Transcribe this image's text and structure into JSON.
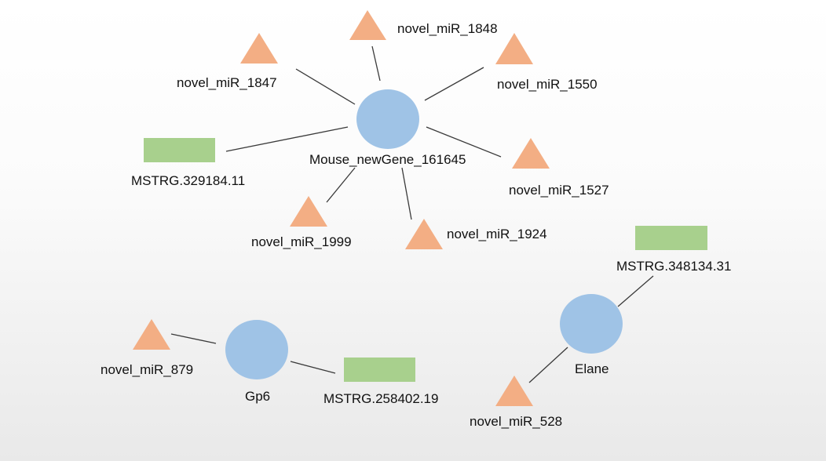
{
  "colors": {
    "gene": "#9fc3e6",
    "mirna": "#f3ae84",
    "lncrna": "#a8d08d",
    "edge": "#3a3a3a"
  },
  "legend_kinds": {
    "gene": "circle",
    "mirna": "triangle",
    "lncrna": "rectangle"
  },
  "nodes": {
    "mouse_newgene": {
      "label": "Mouse_newGene_161645",
      "type": "gene"
    },
    "novel_mir_1848": {
      "label": "novel_miR_1848",
      "type": "mirna"
    },
    "novel_mir_1847": {
      "label": "novel_miR_1847",
      "type": "mirna"
    },
    "novel_mir_1550": {
      "label": "novel_miR_1550",
      "type": "mirna"
    },
    "mstrg_329184": {
      "label": "MSTRG.329184.11",
      "type": "lncrna"
    },
    "novel_mir_1527": {
      "label": "novel_miR_1527",
      "type": "mirna"
    },
    "novel_mir_1999": {
      "label": "novel_miR_1999",
      "type": "mirna"
    },
    "novel_mir_1924": {
      "label": "novel_miR_1924",
      "type": "mirna"
    },
    "gp6": {
      "label": "Gp6",
      "type": "gene"
    },
    "novel_mir_879": {
      "label": "novel_miR_879",
      "type": "mirna"
    },
    "mstrg_258402": {
      "label": "MSTRG.258402.19",
      "type": "lncrna"
    },
    "elane": {
      "label": "Elane",
      "type": "gene"
    },
    "mstrg_348134": {
      "label": "MSTRG.348134.31",
      "type": "lncrna"
    },
    "novel_mir_528": {
      "label": "novel_miR_528",
      "type": "mirna"
    }
  },
  "edges": [
    [
      "mouse_newgene",
      "novel_mir_1848"
    ],
    [
      "mouse_newgene",
      "novel_mir_1847"
    ],
    [
      "mouse_newgene",
      "novel_mir_1550"
    ],
    [
      "mouse_newgene",
      "mstrg_329184"
    ],
    [
      "mouse_newgene",
      "novel_mir_1527"
    ],
    [
      "mouse_newgene",
      "novel_mir_1999"
    ],
    [
      "mouse_newgene",
      "novel_mir_1924"
    ],
    [
      "gp6",
      "novel_mir_879"
    ],
    [
      "gp6",
      "mstrg_258402"
    ],
    [
      "elane",
      "mstrg_348134"
    ],
    [
      "elane",
      "novel_mir_528"
    ]
  ]
}
